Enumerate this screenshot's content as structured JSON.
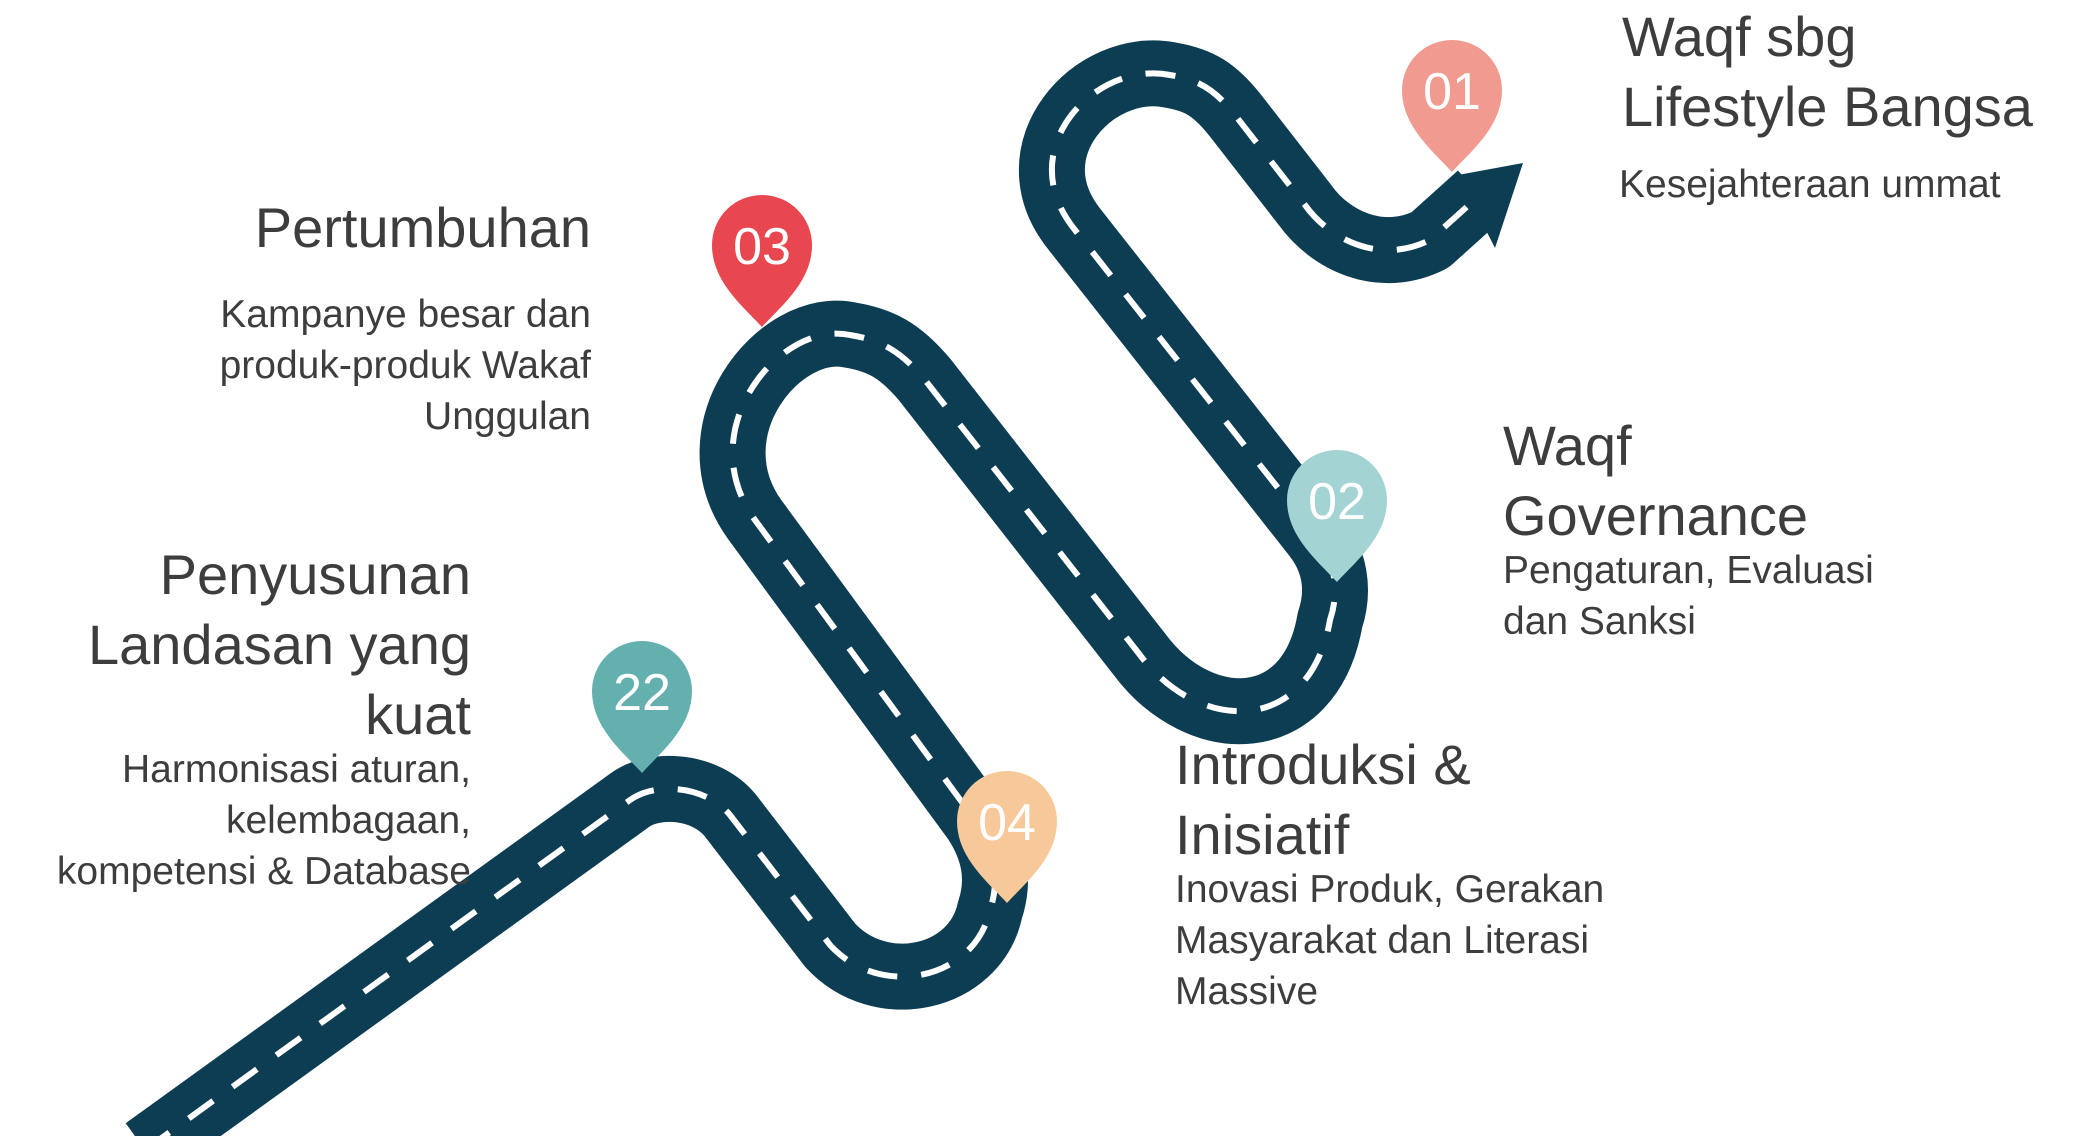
{
  "stages": [
    {
      "id": "stage-22",
      "pin": {
        "label": "22",
        "color": "#63b0ae"
      },
      "title_lines": [
        "Penyusunan",
        "Landasan yang",
        "kuat"
      ],
      "desc_lines": [
        "Harmonisasi aturan,",
        "kelembagaan,",
        "kompetensi & Database"
      ]
    },
    {
      "id": "stage-04",
      "pin": {
        "label": "04",
        "color": "#f7c99a"
      },
      "title_lines": [
        "Introduksi &",
        "Inisiatif"
      ],
      "desc_lines": [
        "Inovasi Produk, Gerakan",
        "Masyarakat dan Literasi",
        "Massive"
      ]
    },
    {
      "id": "stage-03",
      "pin": {
        "label": "03",
        "color": "#e8474f"
      },
      "title_lines": [
        "Pertumbuhan"
      ],
      "desc_lines": [
        "Kampanye besar dan",
        "produk-produk Wakaf",
        "Unggulan"
      ]
    },
    {
      "id": "stage-02",
      "pin": {
        "label": "02",
        "color": "#a3d4d3"
      },
      "title_lines": [
        "Waqf",
        "Governance"
      ],
      "desc_lines": [
        "Pengaturan, Evaluasi",
        "dan Sanksi"
      ]
    },
    {
      "id": "stage-01",
      "pin": {
        "label": "01",
        "color": "#f09a90"
      },
      "title_lines": [
        "Waqf sbg",
        "Lifestyle Bangsa"
      ],
      "desc_lines": [
        "Kesejahteraan ummat"
      ]
    }
  ],
  "colors": {
    "road": "#0d3d52",
    "road_marking": "#ffffff"
  }
}
